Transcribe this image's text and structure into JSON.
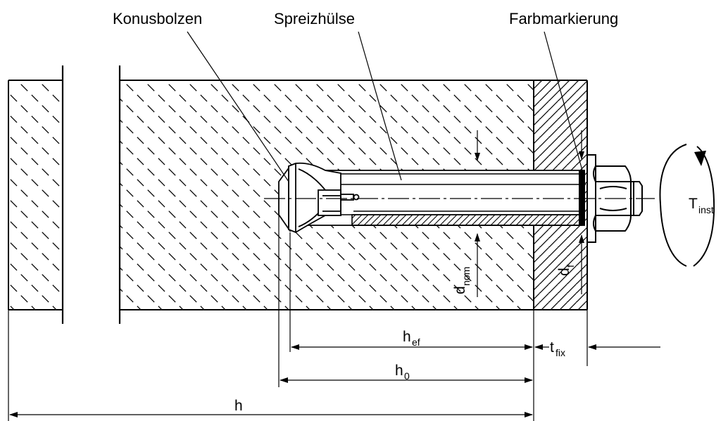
{
  "labels": {
    "cone_bolt": "Konusbolzen",
    "expansion_sleeve": "Spreizhülse",
    "color_marking": "Farbmarkierung"
  },
  "dimensions": {
    "h": {
      "main": "h",
      "sub": ""
    },
    "h0": {
      "main": "h",
      "sub": "0"
    },
    "hef": {
      "main": "h",
      "sub": "ef"
    },
    "tfix": {
      "main": "t",
      "sub": "fix"
    },
    "dnom": {
      "main": "d",
      "sub": "nom"
    },
    "df": {
      "main": "d",
      "sub": "f"
    },
    "tinst": {
      "main": "T",
      "sub": "inst"
    }
  },
  "colors": {
    "ink": "#000000",
    "background": "#ffffff"
  }
}
